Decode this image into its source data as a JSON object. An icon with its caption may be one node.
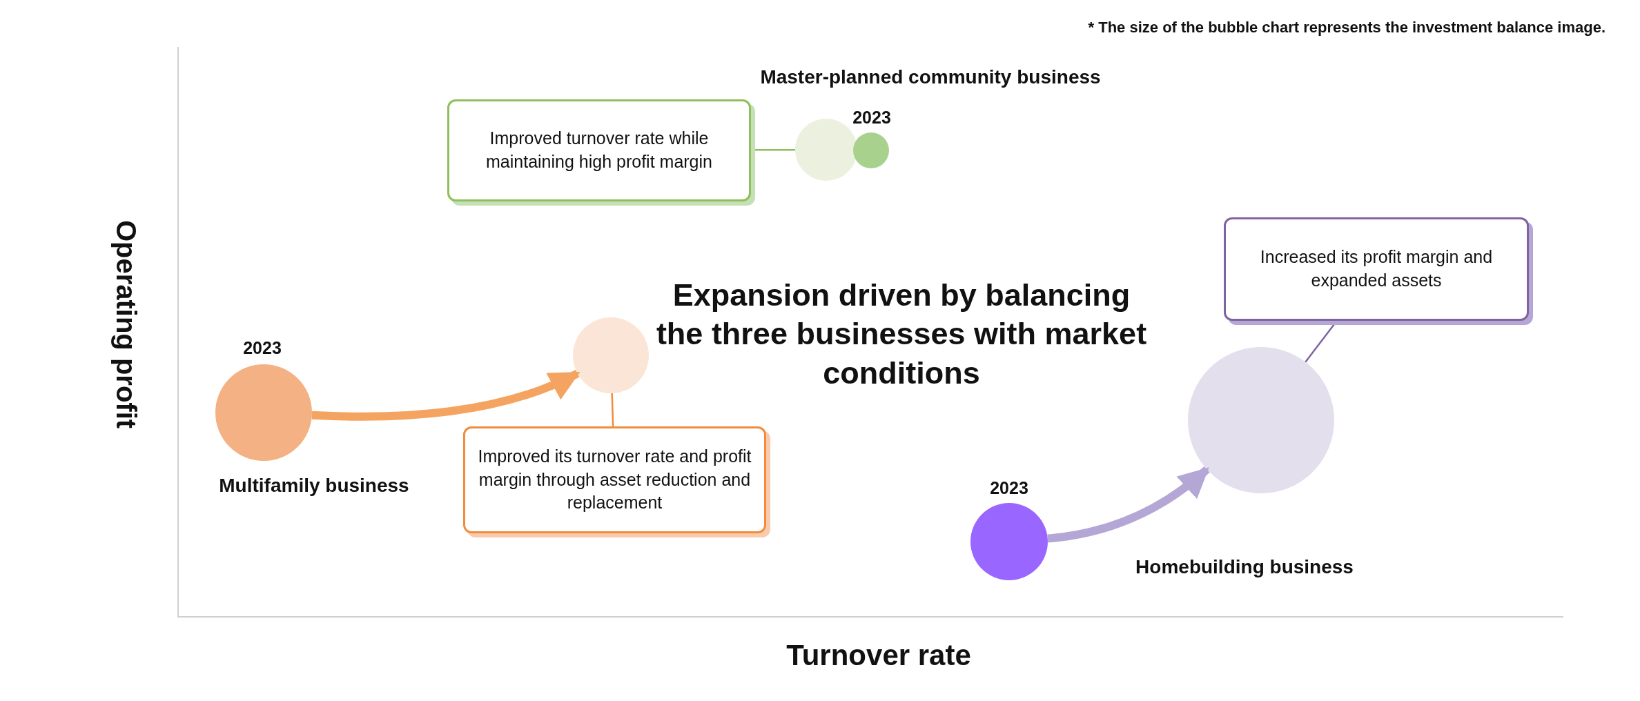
{
  "diagram": {
    "nodes": [
      {
        "text": [],
        "shape": "circle",
        "beside": [
          "2023"
        ]
      },
      {
        "text": [],
        "shape": "circle"
      },
      {
        "text": [
          "Improved its turnover rate and profit margin through asset reduction and replacement"
        ]
      },
      {
        "text": [],
        "shape": "circle"
      },
      {
        "text": [],
        "shape": "circle",
        "beside": [
          "2023"
        ]
      },
      {
        "text": [
          "Improved turnover rate while maintaining high profit margin"
        ]
      },
      {
        "text": [],
        "shape": "circle",
        "beside": [
          "2023"
        ]
      },
      {
        "text": [],
        "shape": "circle"
      },
      {
        "text": [
          "Increased its profit margin and expanded assets"
        ]
      }
    ],
    "edges": [
      {
        "from": 0,
        "to": 1,
        "arrow": "to",
        "style": "thick",
        "color": "#f4a460"
      },
      {
        "from": 2,
        "to": 1,
        "arrow": "none",
        "color": "#f08c3c"
      },
      {
        "from": 5,
        "to": 3,
        "arrow": "none",
        "color": "#8fbf5a"
      },
      {
        "from": 6,
        "to": 7,
        "arrow": "to",
        "style": "thick",
        "color": "#b4a7d6"
      },
      {
        "from": 8,
        "to": 7,
        "arrow": "none",
        "color": "#8064a2"
      }
    ],
    "labels": [
      "* The size of the bubble chart represents the investment balance image.",
      "Master-planned community business",
      "Operating profit",
      "Expansion driven by balancing the three businesses with market conditions",
      "Multifamily business",
      "Homebuilding business",
      "Turnover rate"
    ]
  }
}
